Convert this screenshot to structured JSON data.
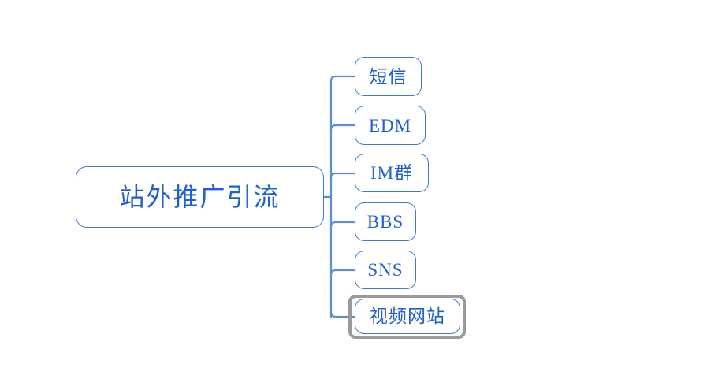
{
  "diagram": {
    "type": "mind-map",
    "background_color": "#ffffff",
    "node_border_color": "#3E7BC8",
    "node_text_color": "#1F5FD0",
    "connector_color": "#5B8FD4",
    "selection_color": "#9A9A9A",
    "root": {
      "label": "站外推广引流"
    },
    "children": [
      {
        "label": "短信",
        "selected": false
      },
      {
        "label": "EDM",
        "selected": false
      },
      {
        "label": "IM群",
        "selected": false
      },
      {
        "label": "BBS",
        "selected": false
      },
      {
        "label": "SNS",
        "selected": false
      },
      {
        "label": "视频网站",
        "selected": true
      }
    ]
  }
}
